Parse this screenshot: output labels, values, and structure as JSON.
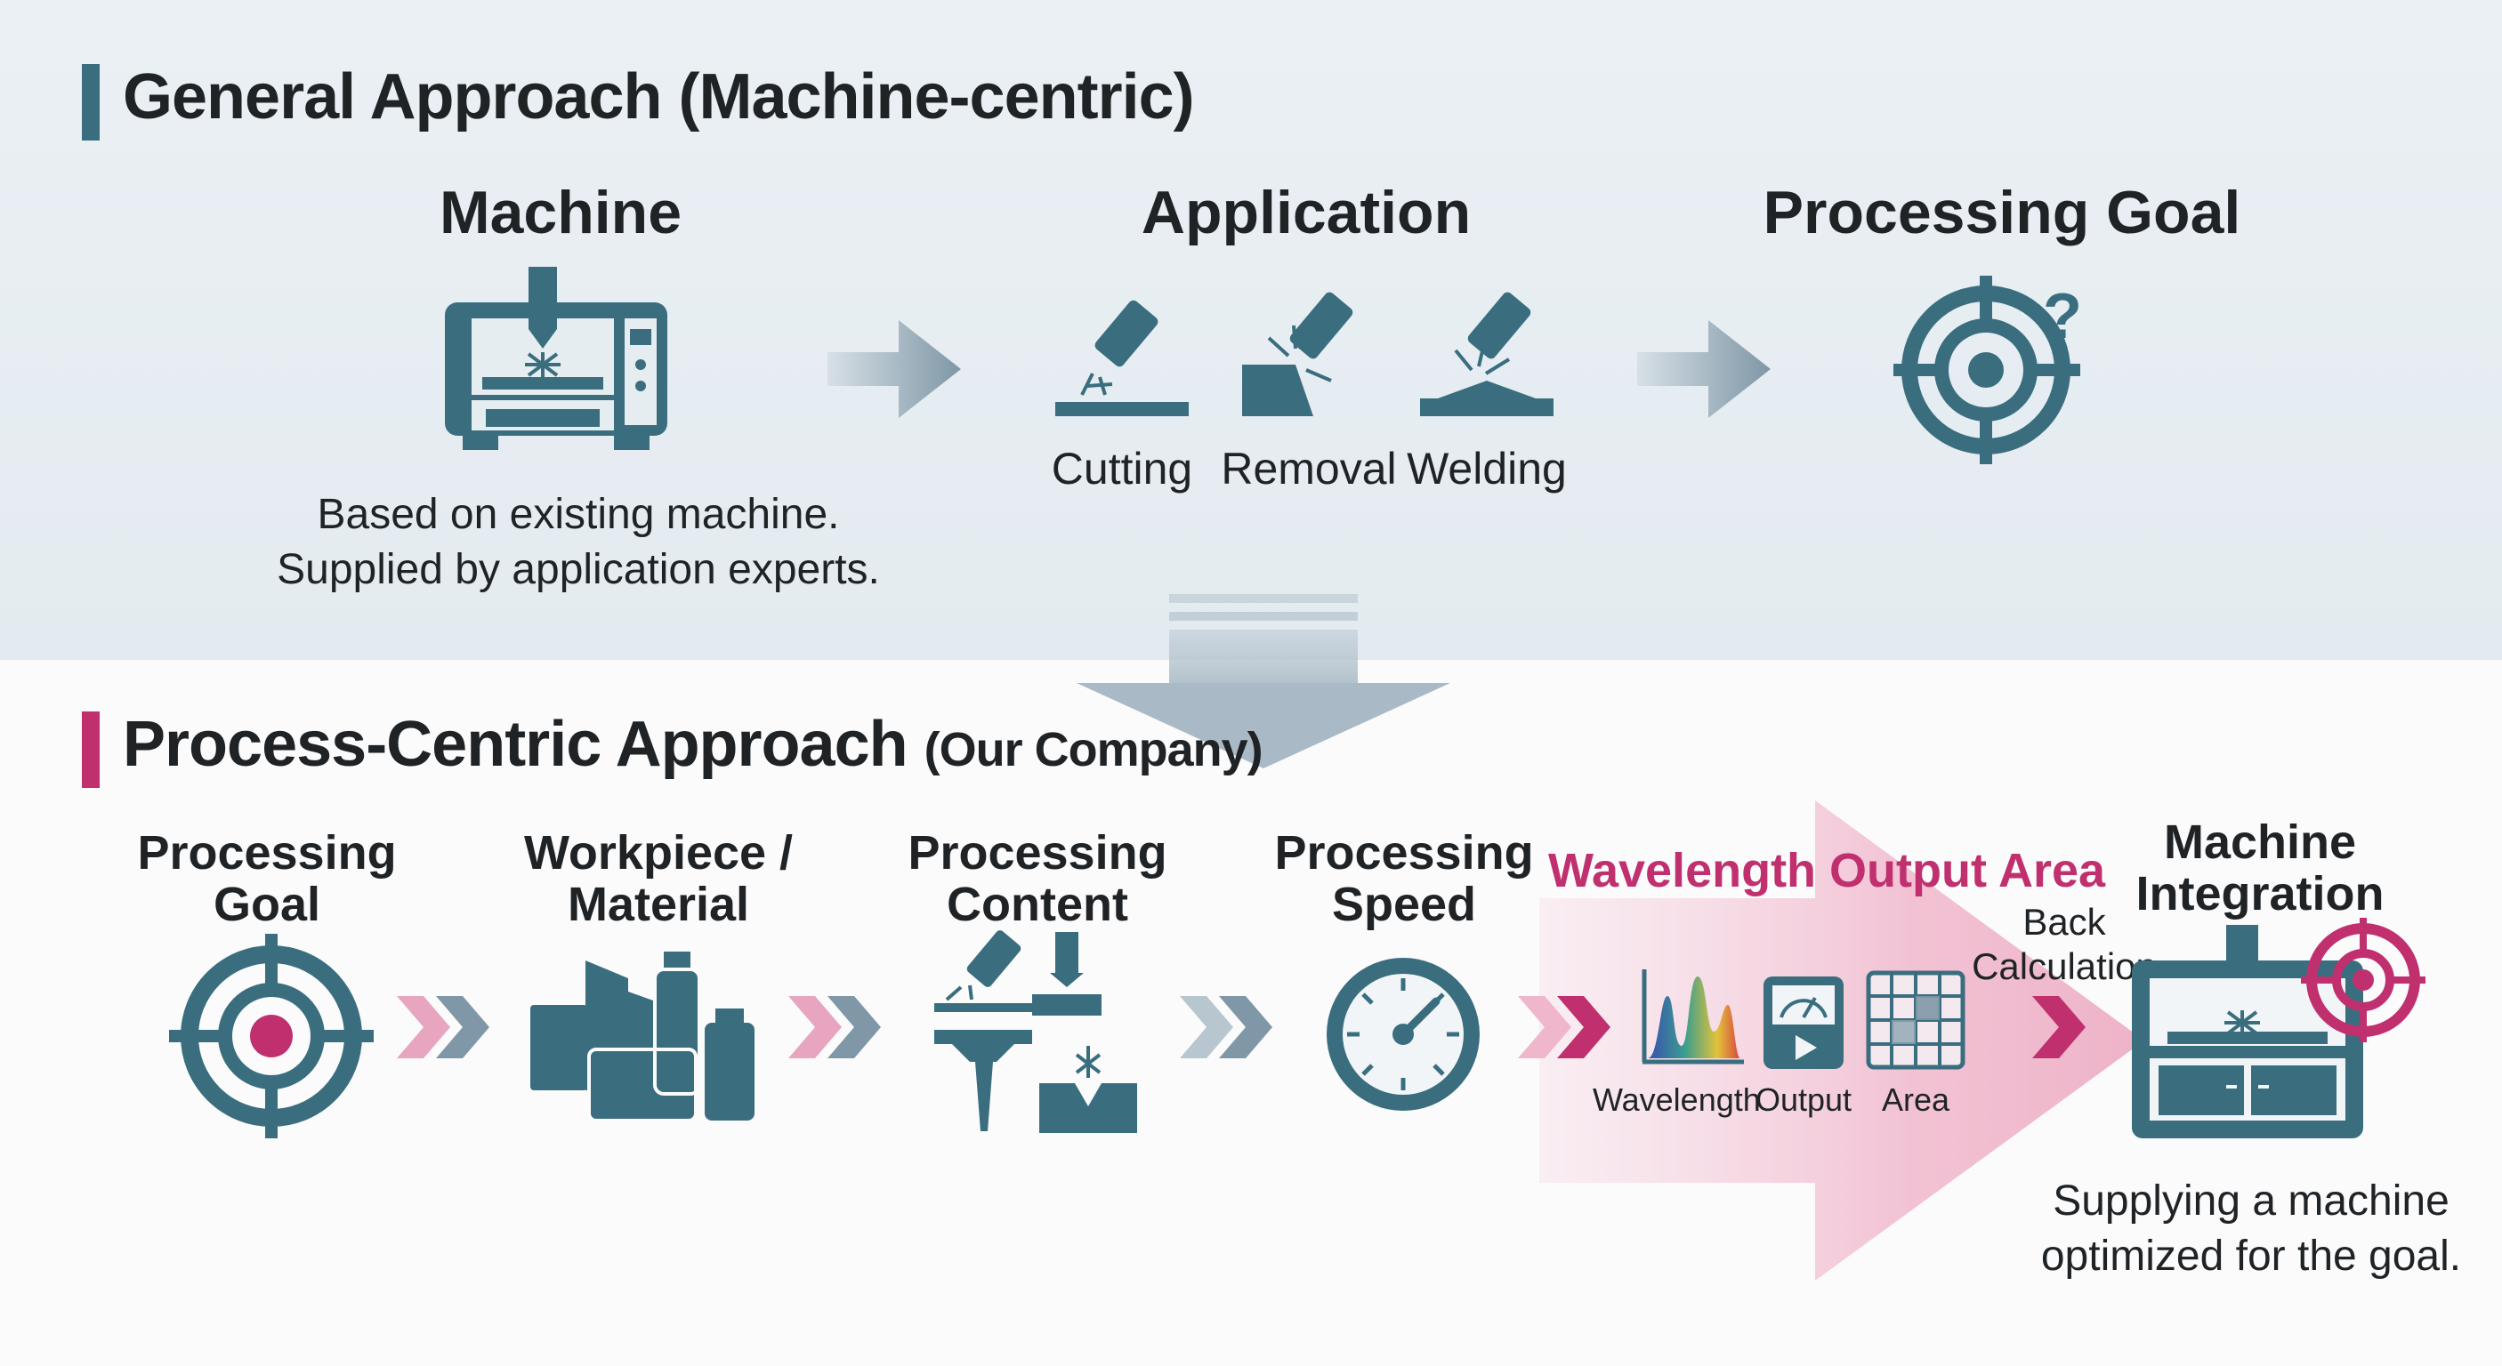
{
  "colors": {
    "teal": "#3a6e7f",
    "magenta": "#c0306f",
    "slate_arrow": "#7f97a6",
    "pink_flow": "#f2c3d4",
    "text": "#1f2326"
  },
  "general": {
    "title": "General Approach (Machine-centric)",
    "machine": {
      "heading": "Machine",
      "icon": "laser-machine-icon",
      "note_line1": "Based on existing machine.",
      "note_line2": "Supplied by application experts."
    },
    "application": {
      "heading": "Application",
      "items": [
        {
          "label": "Cutting",
          "icon": "cutting-icon"
        },
        {
          "label": "Removal",
          "icon": "removal-icon"
        },
        {
          "label": "Welding",
          "icon": "welding-icon"
        }
      ]
    },
    "goal": {
      "heading": "Processing Goal",
      "icon": "target-question-icon"
    }
  },
  "process": {
    "title_main": "Process-Centric Approach",
    "title_sub": "(Our Company)",
    "steps": [
      {
        "line1": "Processing",
        "line2": "Goal",
        "icon": "target-icon"
      },
      {
        "line1": "Workpiece /",
        "line2": "Material",
        "icon": "materials-icon"
      },
      {
        "line1": "Processing",
        "line2": "Content",
        "icon": "processing-tools-icon"
      },
      {
        "line1": "Processing",
        "line2": "Speed",
        "icon": "speed-gauge-icon"
      }
    ],
    "wavelength_block": {
      "title": "Wavelength Output Area",
      "items": [
        {
          "label": "Wavelength",
          "icon": "spectrum-icon"
        },
        {
          "label": "Output",
          "icon": "power-meter-icon"
        },
        {
          "label": "Area",
          "icon": "grid-area-icon"
        }
      ]
    },
    "back_calc_line1": "Back",
    "back_calc_line2": "Calculation",
    "machine_integration": {
      "line1": "Machine",
      "line2": "Integration",
      "icon": "integrated-machine-icon",
      "note_line1": "Supplying a machine",
      "note_line2": "optimized for the goal."
    }
  }
}
